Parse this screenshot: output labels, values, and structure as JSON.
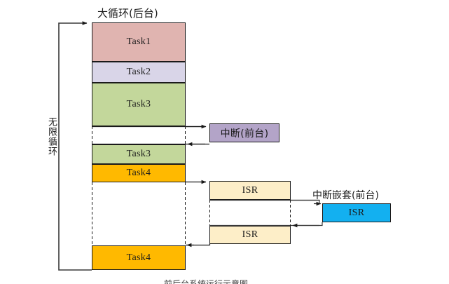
{
  "diagram": {
    "title_background_loop": "大循环(后台)",
    "label_infinite_loop": "无限循环",
    "label_interrupt_foreground": "中断(前台)",
    "label_nested_interrupt_foreground": "中断嵌套(前台)",
    "bottom_caption": "前后台系统运行示意图"
  },
  "tasks": [
    {
      "name": "task1",
      "label": "Task1",
      "color": "#e0b4b0"
    },
    {
      "name": "task2",
      "label": "Task2",
      "color": "#d9d5e8"
    },
    {
      "name": "task3-first",
      "label": "Task3",
      "color": "#c3d79b"
    },
    {
      "name": "task3-second",
      "label": "Task3",
      "color": "#c3d79b"
    },
    {
      "name": "task4-first",
      "label": "Task4",
      "color": "#ffb900"
    },
    {
      "name": "task4-second",
      "label": "Task4",
      "color": "#ffb900"
    }
  ],
  "interrupts": [
    {
      "name": "interrupt-foreground",
      "label": "中断(前台)",
      "color": "#b3a4c8"
    },
    {
      "name": "isr-first",
      "label": "ISR",
      "color": "#fdeec8"
    },
    {
      "name": "isr-second",
      "label": "ISR",
      "color": "#fdeec8"
    },
    {
      "name": "isr-nested",
      "label": "ISR",
      "color": "#13b0f0"
    }
  ],
  "colors": {
    "stroke": "#1a1a1a",
    "dashed": "#1a1a1a",
    "arrow": "#2b2b2b",
    "background": "#ffffff"
  }
}
